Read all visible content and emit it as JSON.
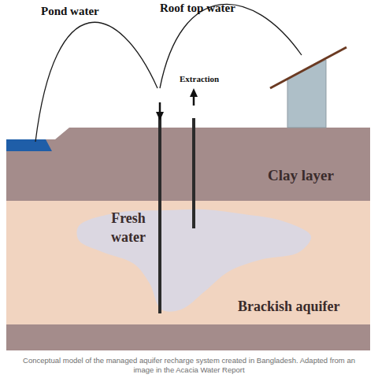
{
  "diagram": {
    "caption": "Conceptual model of the managed aquifer recharge system created in Bangladesh. Adapted from an image in the Acacia Water Report",
    "nodes": [
      {
        "text": [
          "Clay layer"
        ]
      },
      {
        "text": [
          "Brackish aquifer"
        ]
      },
      {
        "text": [
          "Fresh water"
        ],
        "in": 1
      }
    ],
    "labels": [
      "Pond water",
      "Roof top water",
      "Extraction"
    ]
  }
}
